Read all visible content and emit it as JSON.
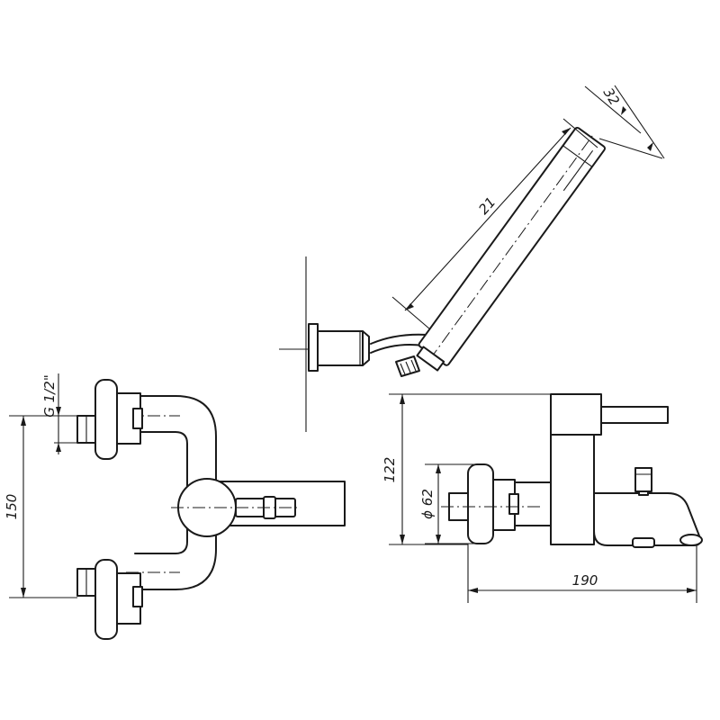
{
  "dimensions": {
    "thread": "G 1/2\"",
    "height_left": "150",
    "height_right": "122",
    "diameter": "ϕ 62",
    "spout_length": "190",
    "shower_length": "21",
    "shower_diameter": "32"
  }
}
